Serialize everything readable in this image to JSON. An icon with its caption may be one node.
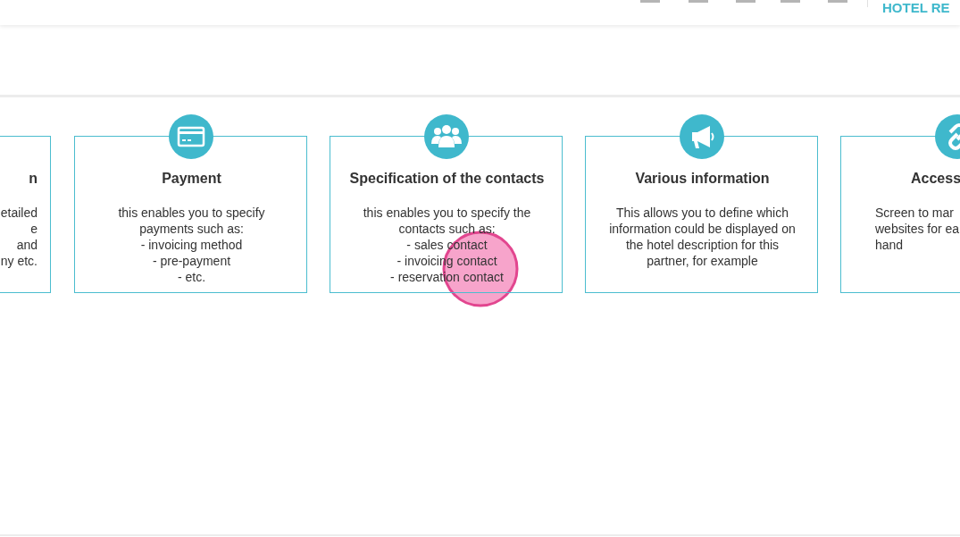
{
  "diagram": {
    "nodes": [
      {
        "text": [
          "n",
          "etailed e and ny etc."
        ]
      },
      {
        "text": [
          "Payment",
          "this enables you to specify payments such as: - invoicing method - pre-payment - etc."
        ]
      },
      {
        "text": [
          "Specification of the contacts",
          "this enables you to specify the contacts such as: - sales contact - invoicing contact - reservation contact"
        ]
      },
      {
        "text": [
          "Various information",
          "This allows you to define which information could be displayed on the hotel description for this partner, for example"
        ]
      },
      {
        "text": [
          "Access",
          "Screen to mar websites for ea hand"
        ]
      }
    ],
    "edges": [],
    "labels": [
      "HOTEL RE"
    ]
  }
}
